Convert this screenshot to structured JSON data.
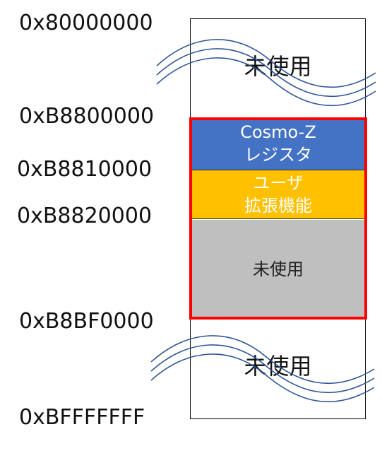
{
  "addresses": {
    "a0": "0x80000000",
    "a1": "0xB8800000",
    "a2": "0xB8810000",
    "a3": "0xB8820000",
    "a4": "0xB8BF0000",
    "a5": "0xBFFFFFFF"
  },
  "regions": {
    "unused_top": "未使用",
    "cosmo_line1": "Cosmo-Z",
    "cosmo_line2": "レジスタ",
    "user_line1": "ユーザ",
    "user_line2": "拡張機能",
    "unused_mid": "未使用",
    "unused_bottom": "未使用"
  },
  "colors": {
    "cosmo": "#4472C4",
    "user": "#FFC000",
    "unused_mid": "#BFBFBF",
    "highlight_border": "#FF0000",
    "break_wave": "#2F5597"
  }
}
